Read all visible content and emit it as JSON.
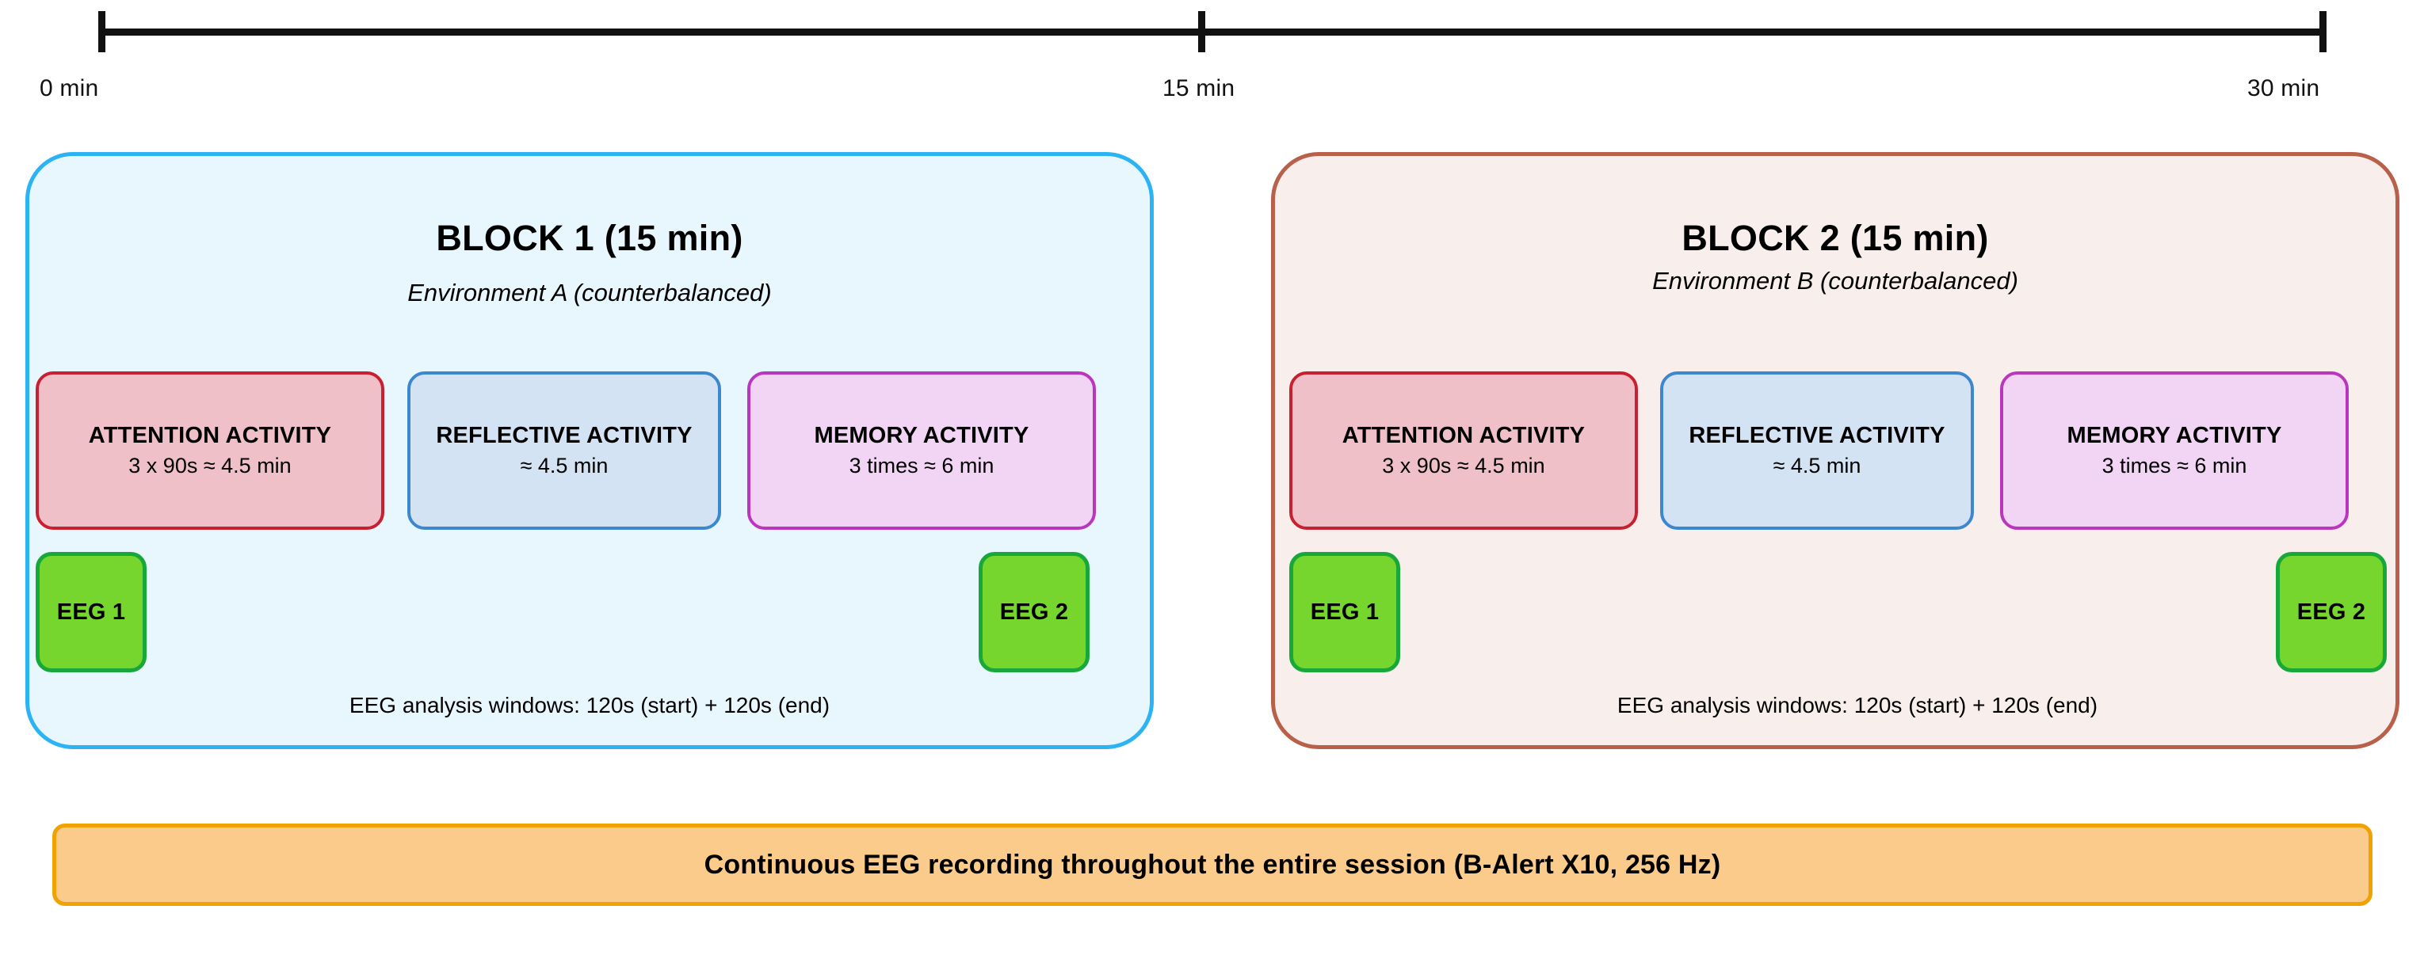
{
  "timeline": {
    "ticks": [
      {
        "label": "0 min",
        "minutes": 0
      },
      {
        "label": "15 min",
        "minutes": 15
      },
      {
        "label": "30 min",
        "minutes": 30
      }
    ]
  },
  "blocks": [
    {
      "title": "BLOCK 1 (15 min)",
      "subtitle": "Environment A (counterbalanced)",
      "fill_color": "#E8F6FD",
      "border_color": "#2BB3F3",
      "activities": [
        {
          "title": "ATTENTION ACTIVITY",
          "sub": "3 x 90s ≈ 4.5 min"
        },
        {
          "title": "REFLECTIVE ACTIVITY",
          "sub": "≈ 4.5 min"
        },
        {
          "title": "MEMORY ACTIVITY",
          "sub": "3 times ≈ 6 min"
        }
      ],
      "eeg_markers": [
        {
          "label": "EEG 1"
        },
        {
          "label": "EEG 2"
        }
      ],
      "eeg_note": "EEG analysis windows: 120s (start) + 120s (end)"
    },
    {
      "title": "BLOCK 2 (15 min)",
      "subtitle": "Environment B (counterbalanced)",
      "fill_color": "#F8EEEB",
      "border_color": "#B9604A",
      "activities": [
        {
          "title": "ATTENTION ACTIVITY",
          "sub": "3 x 90s ≈ 4.5 min"
        },
        {
          "title": "REFLECTIVE ACTIVITY",
          "sub": "≈ 4.5 min"
        },
        {
          "title": "MEMORY ACTIVITY",
          "sub": "3 times ≈ 6 min"
        }
      ],
      "eeg_markers": [
        {
          "label": "EEG 1"
        },
        {
          "label": "EEG 2"
        }
      ],
      "eeg_note": "EEG analysis windows: 120s (start) + 120s (end)"
    }
  ],
  "banner": {
    "text": "Continuous EEG recording throughout the entire session (B-Alert X10, 256 Hz)",
    "fill_color": "#FBCB8C",
    "border_color": "#F0A202"
  },
  "palette": {
    "attention_fill": "#EFC0C7",
    "attention_border": "#C72131",
    "reflective_fill": "#D4E3F3",
    "reflective_border": "#3C87CE",
    "memory_fill": "#F2D4F5",
    "memory_border": "#BA37BD",
    "eeg_fill": "#76D62D",
    "eeg_border": "#17A839",
    "axis_color": "#111111"
  }
}
